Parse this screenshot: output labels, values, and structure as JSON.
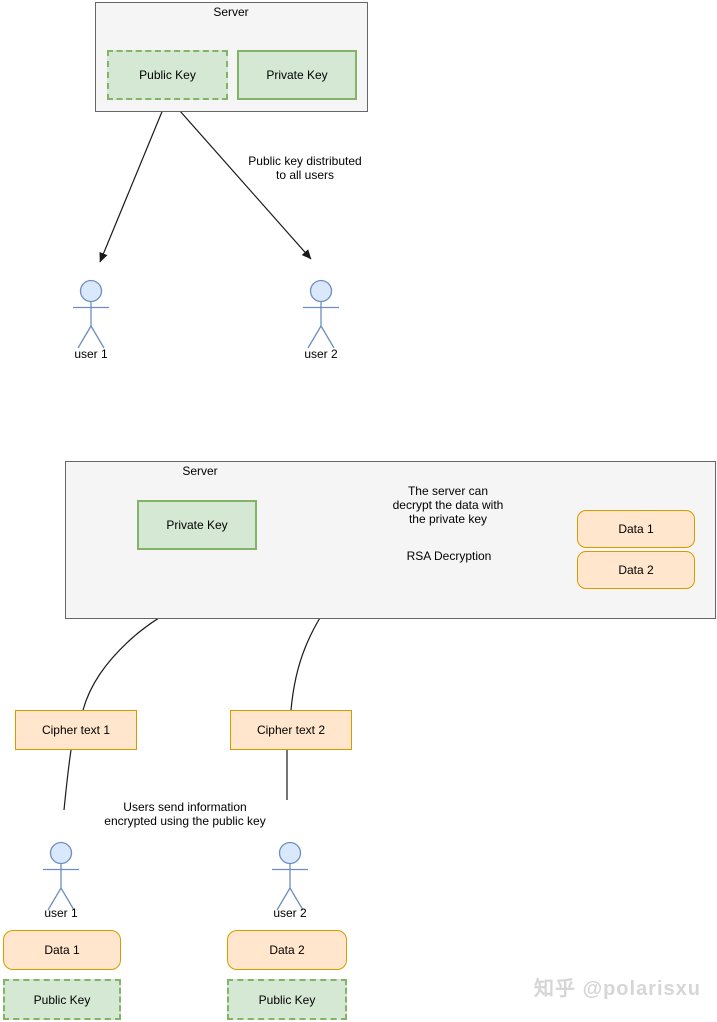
{
  "colors": {
    "canvas_bg": "#ffffff",
    "container_fill": "#f5f5f5",
    "container_stroke": "#666666",
    "green_fill": "#d5e8d4",
    "green_stroke": "#82b366",
    "orange_fill": "#ffe6cc",
    "orange_stroke": "#d79b00",
    "blue_fill": "#dae8fc",
    "blue_stroke": "#6c8ebf",
    "connector_color": "#1a1a1a",
    "watermark_color": "#d6d6d6"
  },
  "top_section": {
    "server": {
      "title": "Server",
      "public_key": "Public Key",
      "private_key": "Private Key"
    },
    "note": {
      "line1": "Public key distributed",
      "line2": "to all users"
    },
    "user1": "user 1",
    "user2": "user 2"
  },
  "middle_section": {
    "server_title": "Server",
    "private_key": "Private Key",
    "rsa_label": "RSA Decryption",
    "note": {
      "line1": "The server can",
      "line2": "decrypt the data with",
      "line3": "the private key"
    },
    "data1": "Data 1",
    "data2": "Data 2"
  },
  "bottom_section": {
    "cipher1": "Cipher text 1",
    "cipher2": "Cipher text 2",
    "note": {
      "line1": "Users send information",
      "line2": "encrypted using the public key"
    },
    "user1": {
      "label": "user 1",
      "data": "Data 1",
      "public_key": "Public Key"
    },
    "user2": {
      "label": "user 2",
      "data": "Data 2",
      "public_key": "Public Key"
    }
  },
  "watermark": "知乎 @polarisxu"
}
